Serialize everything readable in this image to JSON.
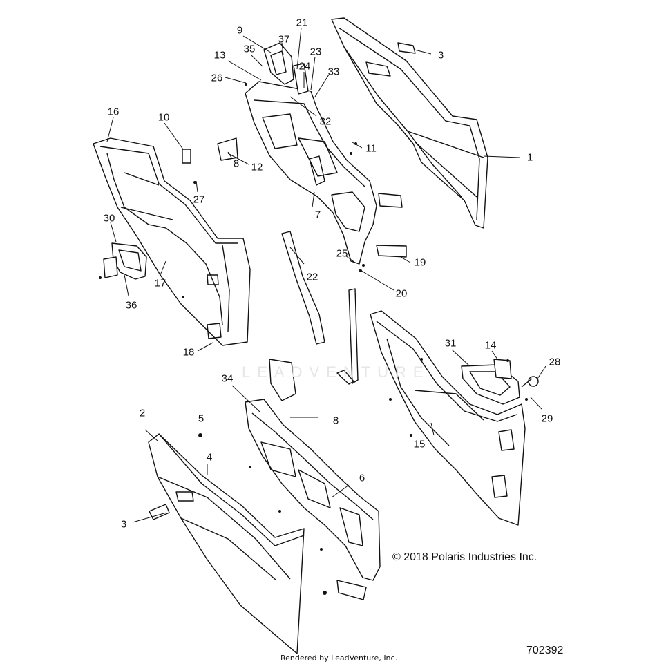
{
  "diagram": {
    "callouts": [
      "1",
      "2",
      "3",
      "3",
      "4",
      "5",
      "6",
      "7",
      "8",
      "8",
      "9",
      "10",
      "11",
      "12",
      "13",
      "14",
      "15",
      "16",
      "17",
      "18",
      "19",
      "20",
      "21",
      "22",
      "23",
      "24",
      "25",
      "26",
      "27",
      "28",
      "29",
      "30",
      "31",
      "32",
      "33",
      "34",
      "35",
      "36",
      "37"
    ],
    "watermark": "LEADVENTURE",
    "copyright": "© 2018 Polaris Industries Inc.",
    "document_number": "702392",
    "rendered_by": "Rendered by LeadVenture, Inc."
  }
}
